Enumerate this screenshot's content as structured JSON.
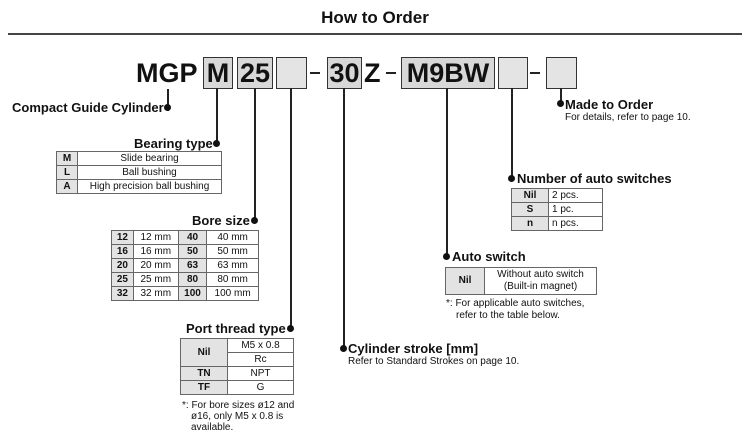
{
  "title": "How to Order",
  "code": {
    "prefix": "MGP",
    "bearing": "M",
    "bore": "25",
    "stroke": "30",
    "z": "Z",
    "switch": "M9BW",
    "dash": "-"
  },
  "compact": {
    "label": "Compact Guide Cylinder"
  },
  "bearing_type": {
    "heading": "Bearing type",
    "rows": [
      {
        "key": "M",
        "value": "Slide bearing"
      },
      {
        "key": "L",
        "value": "Ball bushing"
      },
      {
        "key": "A",
        "value": "High precision ball bushing"
      }
    ]
  },
  "bore_size": {
    "heading": "Bore size",
    "rows": [
      {
        "k1": "12",
        "v1": "12 mm",
        "k2": "40",
        "v2": "40 mm"
      },
      {
        "k1": "16",
        "v1": "16 mm",
        "k2": "50",
        "v2": "50 mm"
      },
      {
        "k1": "20",
        "v1": "20 mm",
        "k2": "63",
        "v2": "63 mm"
      },
      {
        "k1": "25",
        "v1": "25 mm",
        "k2": "80",
        "v2": "80 mm"
      },
      {
        "k1": "32",
        "v1": "32 mm",
        "k2": "100",
        "v2": "100 mm"
      }
    ]
  },
  "port_thread": {
    "heading": "Port thread type",
    "nil_key": "Nil",
    "nil_values": [
      "M5 x 0.8",
      "Rc"
    ],
    "rows": [
      {
        "key": "TN",
        "value": "NPT"
      },
      {
        "key": "TF",
        "value": "G"
      }
    ],
    "note": [
      "*: For bore sizes ø12 and",
      "ø16, only M5 x 0.8 is",
      "available."
    ]
  },
  "cylinder_stroke": {
    "heading": "Cylinder stroke [mm]",
    "note": "Refer to Standard Strokes on page 10."
  },
  "auto_switch": {
    "heading": "Auto switch",
    "key": "Nil",
    "value_lines": [
      "Without auto switch",
      "(Built-in magnet)"
    ],
    "note": [
      "*: For applicable auto switches,",
      "refer to the table below."
    ]
  },
  "num_switches": {
    "heading": "Number of auto switches",
    "rows": [
      {
        "key": "Nil",
        "value": "2 pcs."
      },
      {
        "key": "S",
        "value": "1 pc."
      },
      {
        "key": "n",
        "value": "n pcs."
      }
    ]
  },
  "made_to_order": {
    "heading": "Made to Order",
    "note": "For details, refer to page 10."
  }
}
